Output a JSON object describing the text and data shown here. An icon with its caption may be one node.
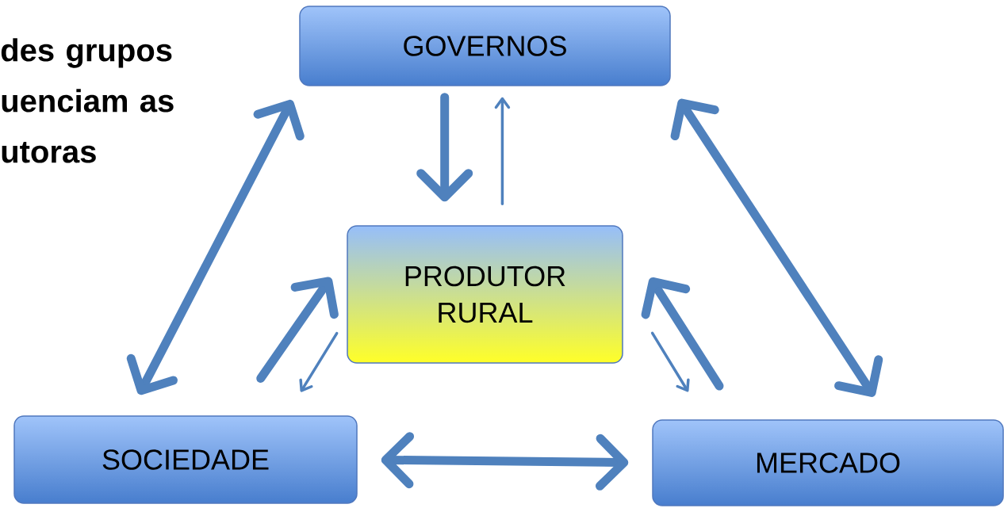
{
  "diagram": {
    "title": "des grupos uenciam as utoras",
    "nodes": [
      {
        "text": [
          "GOVERNOS"
        ]
      },
      {
        "text": [
          "PRODUTOR RURAL"
        ]
      },
      {
        "text": [
          "SOCIEDADE"
        ]
      },
      {
        "text": [
          "MERCADO"
        ]
      }
    ],
    "edges": [
      {
        "from": 0,
        "to": 1,
        "arrow": "to"
      },
      {
        "from": 1,
        "to": 0,
        "arrow": "to"
      },
      {
        "from": 0,
        "to": 2,
        "arrow": "both"
      },
      {
        "from": 0,
        "to": 3,
        "arrow": "both"
      },
      {
        "from": 2,
        "to": 1,
        "arrow": "to"
      },
      {
        "from": 1,
        "to": 2,
        "arrow": "to"
      },
      {
        "from": 3,
        "to": 1,
        "arrow": "to"
      },
      {
        "from": 1,
        "to": 3,
        "arrow": "to"
      },
      {
        "from": 2,
        "to": 3,
        "arrow": "both"
      }
    ]
  }
}
